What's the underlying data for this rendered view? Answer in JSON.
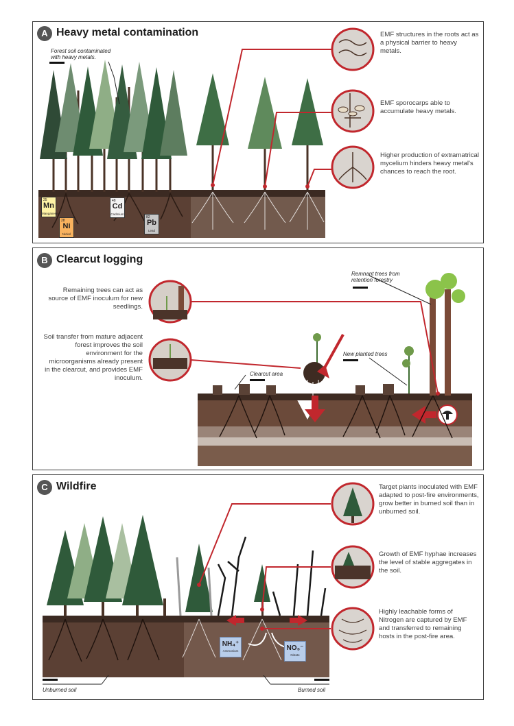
{
  "panels": {
    "a": {
      "badge": "A",
      "title": "Heavy metal contamination",
      "label_forest_soil": "Forest soil contaminated with heavy metals.",
      "elements": [
        {
          "number": "25",
          "symbol": "Mn",
          "name": "Manganese",
          "color": "#fff3a6"
        },
        {
          "number": "28",
          "symbol": "Ni",
          "name": "Nickel",
          "color": "#f9b25e"
        },
        {
          "number": "48",
          "symbol": "Cd",
          "name": "Cadmium",
          "color": "#f3f3f3"
        },
        {
          "number": "82",
          "symbol": "Pb",
          "name": "Lead",
          "color": "#c7c7c7"
        }
      ],
      "notes": [
        "EMF structures in the roots act as a physical barrier to heavy metals.",
        "EMF sporocarps able to accumulate heavy metals.",
        "Higher production of extramatrical mycelium hinders heavy metal's chances to reach the root."
      ]
    },
    "b": {
      "badge": "B",
      "title": "Clearcut logging",
      "notes": [
        "Remaining trees can act as source of EMF inoculum for new seedlings.",
        "Soil transfer from mature adjacent forest improves the soil environment for the microorganisms already present in the clearcut, and provides EMF inoculum."
      ],
      "label_remnant": "Remnant trees from retention forestry",
      "label_new_planted": "New planted trees",
      "label_clearcut": "Clearcut area"
    },
    "c": {
      "badge": "C",
      "title": "Wildfire",
      "notes": [
        "Target plants inoculated with EMF adapted to post-fire environments, grow better in burned soil than in unburned soil.",
        "Growth of EMF hyphae increases the level of stable aggregates in the soil.",
        "Highly leachable forms of Nitrogen are captured by EMF and transferred to remaining hosts in the post-fire area."
      ],
      "ammonium": {
        "formula": "NH₄⁺",
        "name": "Ammonium"
      },
      "nitrate": {
        "formula": "NO₃⁻",
        "name": "Nitrate"
      },
      "label_unburned": "Unburned soil",
      "label_burned": "Burned soil"
    }
  },
  "colors": {
    "accent": "#c1272d",
    "soil_dark": "#4a3327",
    "soil_mid": "#6b4a3a",
    "tree_dark": "#2f5a3a",
    "tree_light": "#8fae86",
    "badge": "#555555"
  }
}
